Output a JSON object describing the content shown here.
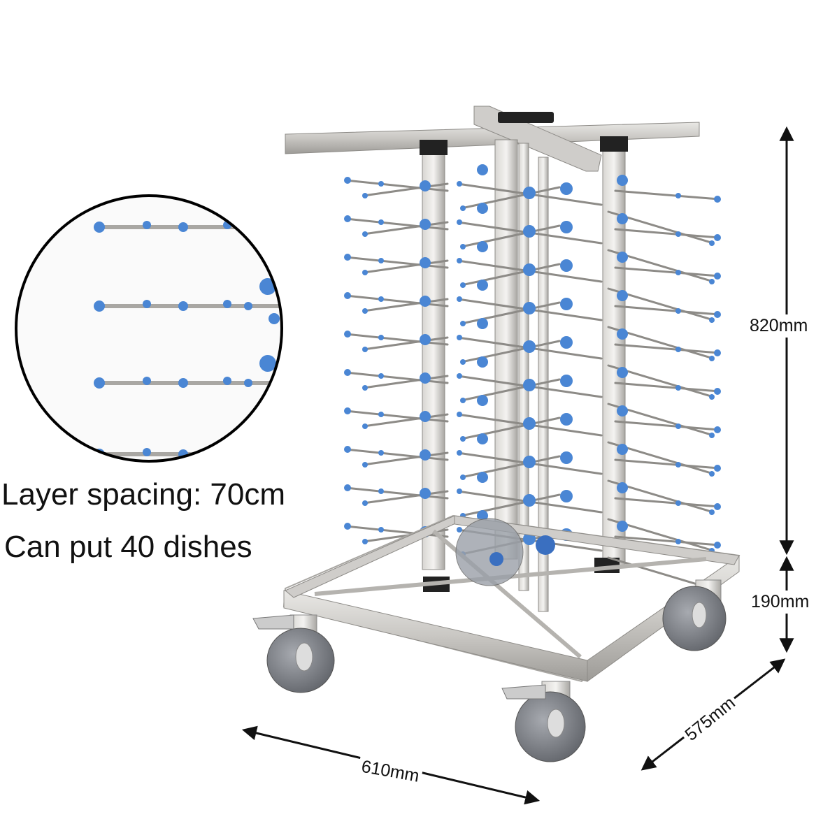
{
  "captions": {
    "layer_spacing": "Layer spacing: 70cm",
    "capacity": "Can put 40 dishes"
  },
  "dimensions": {
    "upper_height": "820mm",
    "lower_height": "190mm",
    "width": "610mm",
    "depth": "575mm"
  },
  "colors": {
    "steel": "#b9b7b3",
    "steel_dark": "#8d8b87",
    "peg_blue": "#4a86d4",
    "wheel_gray": "#777a80",
    "clamp_black": "#222222"
  }
}
